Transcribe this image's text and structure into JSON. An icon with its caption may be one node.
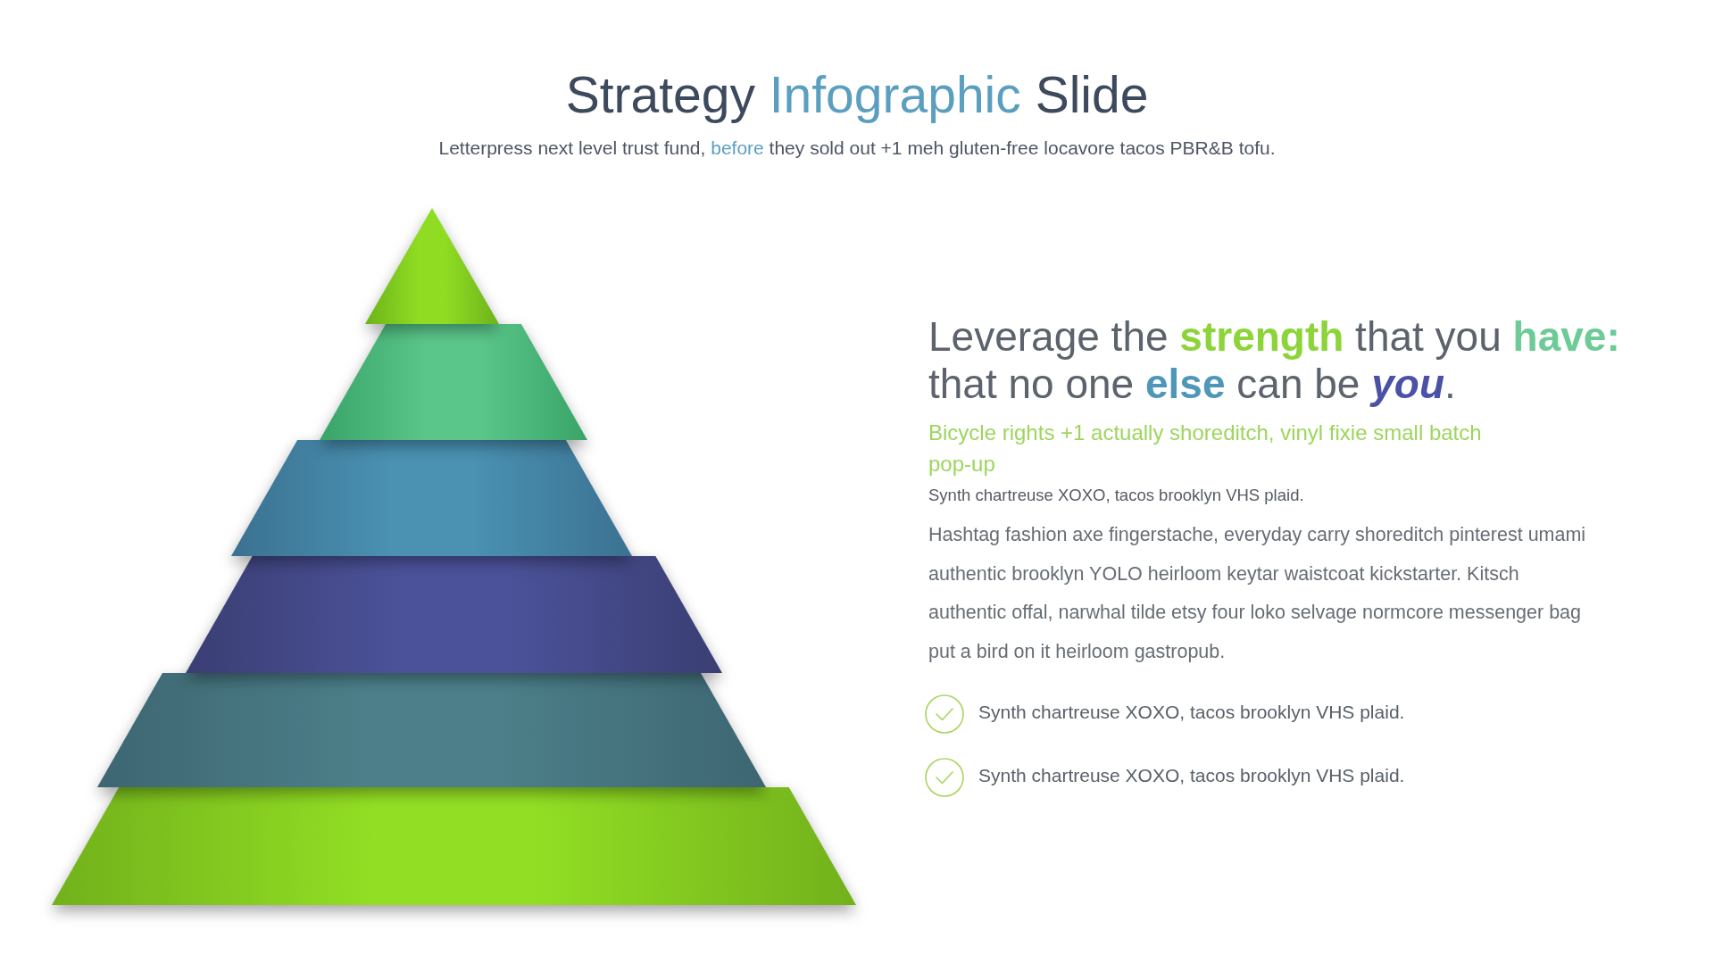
{
  "diagram": {
    "title": "Strategy Infographic Slide",
    "nodes": [
      {
        "text": [],
        "shape": "triangle"
      },
      {
        "text": [],
        "shape": "trapezoid"
      },
      {
        "text": [],
        "shape": "trapezoid"
      },
      {
        "text": [],
        "shape": "trapezoid"
      },
      {
        "text": [],
        "shape": "trapezoid"
      },
      {
        "text": [],
        "shape": "trapezoid"
      }
    ],
    "edges": [],
    "labels": [
      "Letterpress next level trust fund, before they sold out +1 meh gluten-free locavore tacos PBR&B tofu.",
      "Leverage the **strength** that you **have:** that no one **else** can be **you**.",
      "Bicycle rights +1 actually shoreditch, vinyl fixie small batch pop-up",
      "Synth chartreuse XOXO, tacos brooklyn VHS plaid.",
      "Hashtag fashion axe fingerstache, everyday carry shoreditch pinterest umami authentic brooklyn YOLO heirloom keytar waistcoat kickstarter. Kitsch authentic offal, narwhal tilde etsy four loko selvage normcore messenger bag put a bird on it heirloom gastropub.",
      "Synth chartreuse XOXO, tacos brooklyn VHS plaid.",
      "Synth chartreuse XOXO, tacos brooklyn VHS plaid."
    ]
  }
}
